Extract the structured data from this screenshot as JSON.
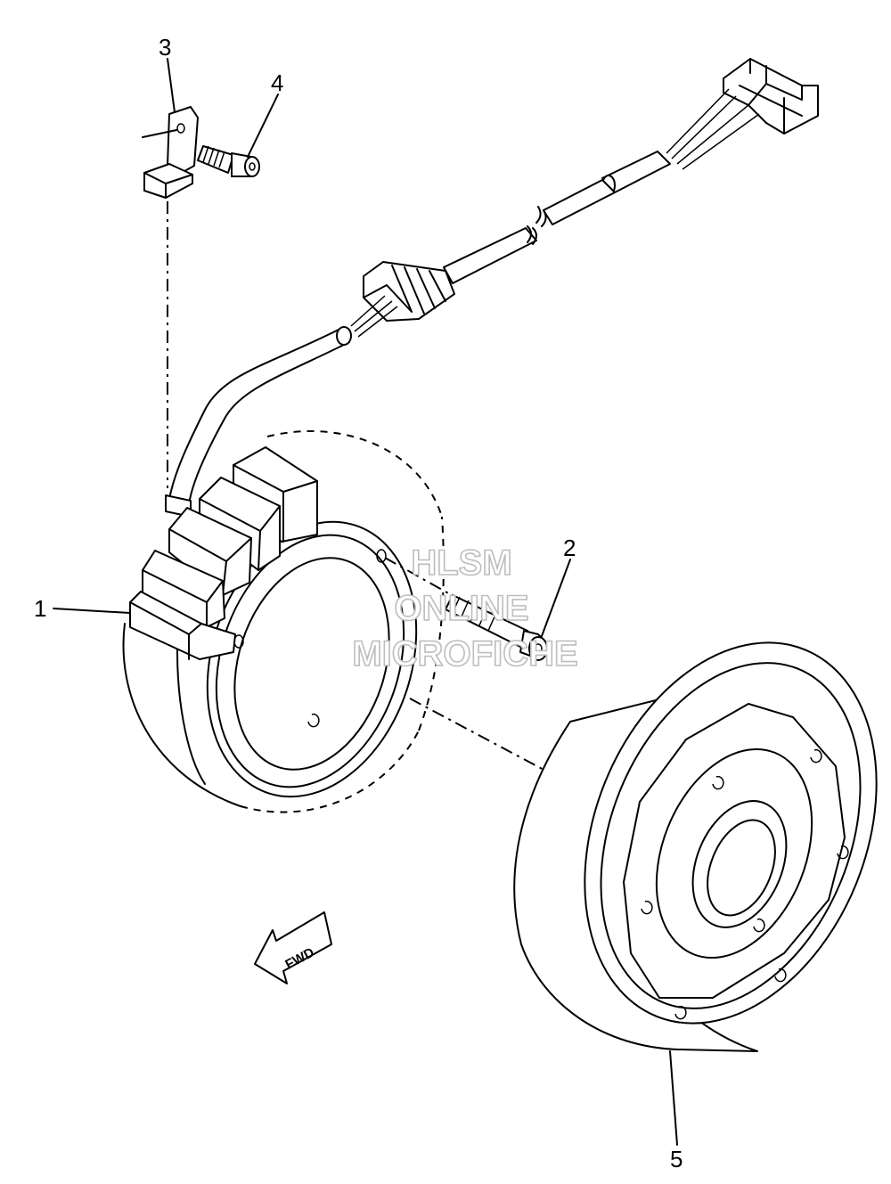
{
  "diagram": {
    "callouts": [
      {
        "id": "1",
        "label": "1"
      },
      {
        "id": "2",
        "label": "2"
      },
      {
        "id": "3",
        "label": "3"
      },
      {
        "id": "4",
        "label": "4"
      },
      {
        "id": "5",
        "label": "5"
      }
    ],
    "direction_arrow": {
      "label": "FWD",
      "icon": "arrow-left-icon"
    },
    "watermark": {
      "line1": "HLSM",
      "line2": "ONLINE",
      "line3": "MICROFICHE",
      "color": "#bdbdbd"
    },
    "line_color": "#000000",
    "background": "#ffffff"
  }
}
